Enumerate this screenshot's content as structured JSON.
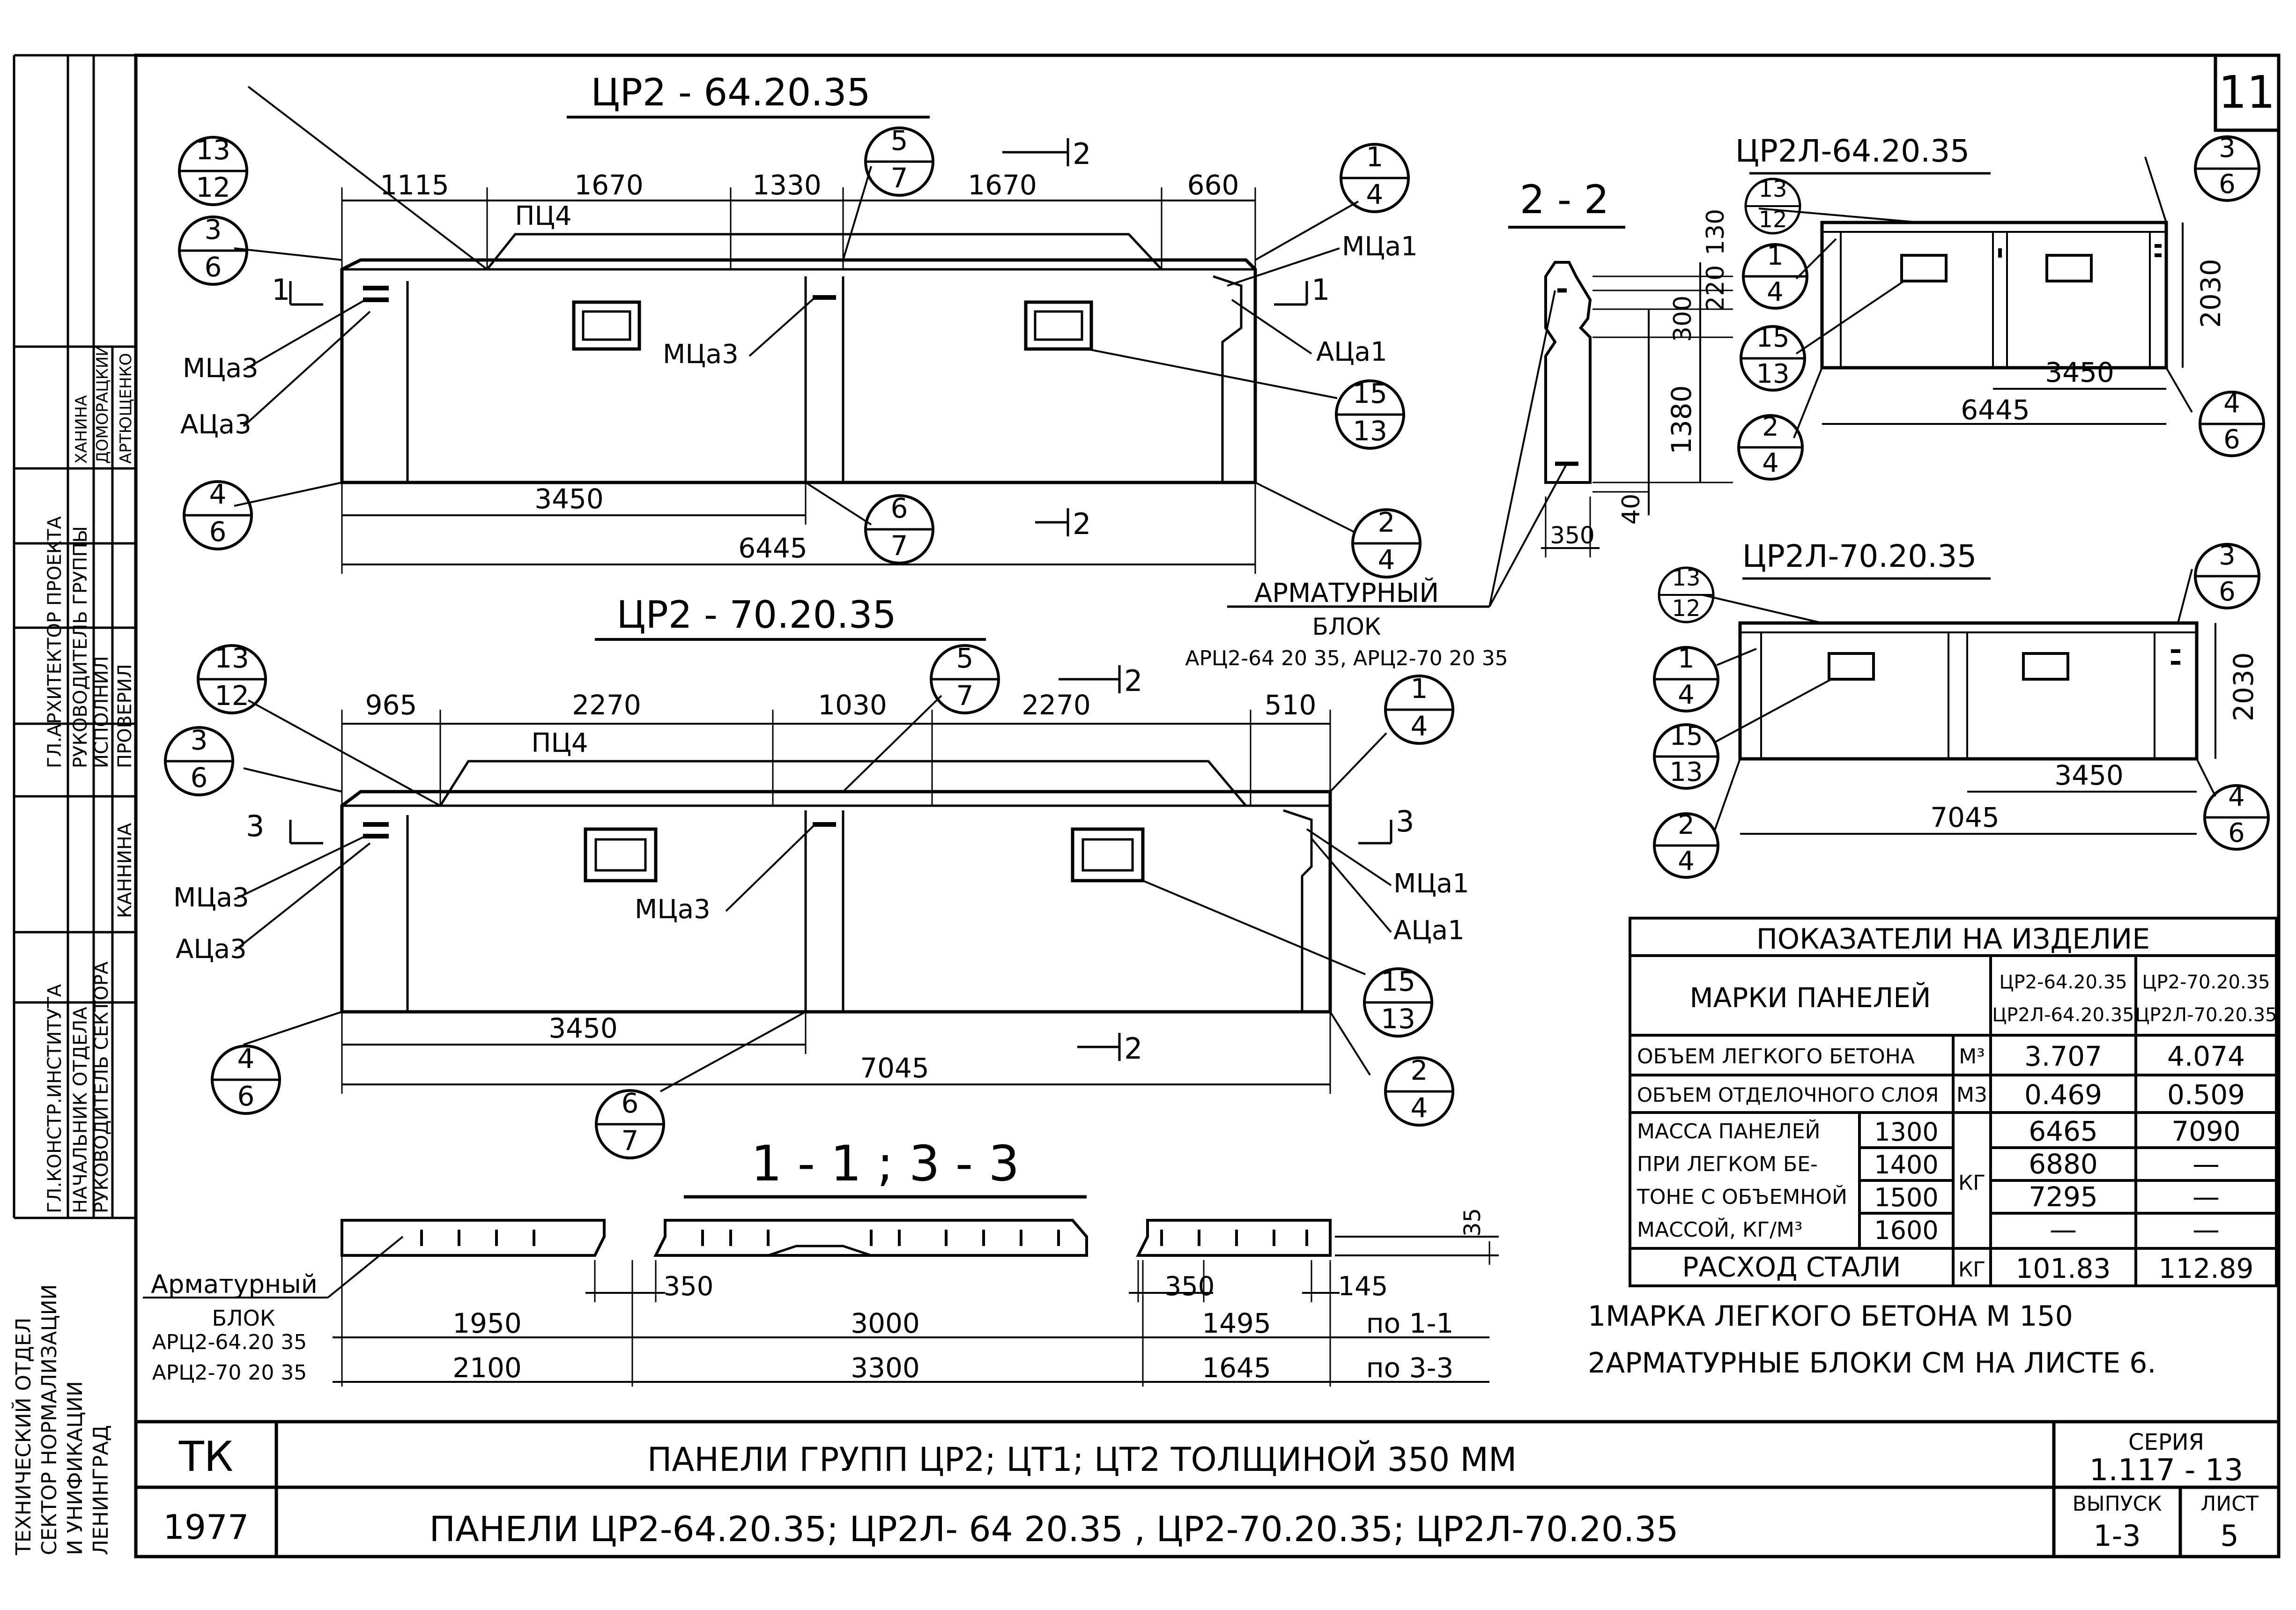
{
  "sheet_number": "11",
  "side_stamp": {
    "rows": [
      {
        "role": "ГЛ.АРХИТЕКТОР ПРОЕКТА",
        "name": ""
      },
      {
        "role": "РУКОВОДИТЕЛЬ ГРУППЫ",
        "name": "ХАНИНА"
      },
      {
        "role": "ИСПОЛНИЛ",
        "name": "ДОМОРАЦКИЙ"
      },
      {
        "role": "ПРОВЕРИЛ",
        "name": "АРТЮЩЕНКО"
      },
      {
        "role": "ГЛ.КОНСТР.ИНСТИТУТА",
        "name": ""
      },
      {
        "role": "НАЧАЛЬНИК ОТДЕЛА",
        "name": "КАННИНА"
      },
      {
        "role": "РУКОВОДИТЕЛЬ СЕКТОРА",
        "name": ""
      }
    ],
    "org_line1": "ТЕХНИЧЕСКИЙ ОТДЕЛ",
    "org_line2": "СЕКТОР НОРМАЛИЗАЦИИ",
    "org_line3": "И УНИФИКАЦИИ",
    "org_line4": "ЛЕНИНГРАД"
  },
  "panel1": {
    "title": "ЦР2 - 64.20.35",
    "dims_top": [
      "1115",
      "1670",
      "1330",
      "1670",
      "660"
    ],
    "dim_3450": "3450",
    "dim_total": "6445",
    "label_ptsch": "ПЦ4",
    "labels": {
      "mca3_a": "МЦа3",
      "aca3": "АЦа3",
      "mca3_b": "МЦа3",
      "mca1": "МЦа1",
      "aca1": "АЦа1"
    },
    "section_marks": {
      "s1a": "1",
      "s1b": "1",
      "s2a": "2",
      "s2b": "2"
    },
    "bubbles": {
      "b13_12": [
        "13",
        "12"
      ],
      "b3_6": [
        "3",
        "6"
      ],
      "b5_7": [
        "5",
        "7"
      ],
      "b1_4": [
        "1",
        "4"
      ],
      "b15_13": [
        "15",
        "13"
      ],
      "b4_6": [
        "4",
        "6"
      ],
      "b6_7": [
        "6",
        "7"
      ],
      "b2_4": [
        "2",
        "4"
      ]
    }
  },
  "panel2": {
    "title": "ЦР2 - 70.20.35",
    "dims_top": [
      "965",
      "2270",
      "1030",
      "2270",
      "510"
    ],
    "dim_3450": "3450",
    "dim_total": "7045",
    "label_ptsch": "ПЦ4",
    "labels": {
      "mca3_a": "МЦа3",
      "aca3": "АЦа3",
      "mca3_b": "МЦа3",
      "mca1": "МЦа1",
      "aca1": "АЦа1"
    },
    "section_marks": {
      "s3a": "3",
      "s3b": "3",
      "s2a": "2",
      "s2b": "2"
    },
    "bubbles": {
      "b13_12": [
        "13",
        "12"
      ],
      "b3_6": [
        "3",
        "6"
      ],
      "b5_7": [
        "5",
        "7"
      ],
      "b1_4": [
        "1",
        "4"
      ],
      "b15_13": [
        "15",
        "13"
      ],
      "b4_6": [
        "4",
        "6"
      ],
      "b6_7": [
        "6",
        "7"
      ],
      "b2_4": [
        "2",
        "4"
      ]
    }
  },
  "panel3": {
    "title": "ЦР2Л-64.20.35",
    "dim_3450": "3450",
    "dim_total": "6445",
    "dim_height": "2030",
    "bubbles": {
      "b13_12": [
        "13",
        "12"
      ],
      "b3_6": [
        "3",
        "6"
      ],
      "b1_4": [
        "1",
        "4"
      ],
      "b15_13": [
        "15",
        "13"
      ],
      "b2_4": [
        "2",
        "4"
      ],
      "b4_6": [
        "4",
        "6"
      ]
    }
  },
  "panel4": {
    "title": "ЦР2Л-70.20.35",
    "dim_3450": "3450",
    "dim_total": "7045",
    "dim_height": "2030",
    "bubbles": {
      "b13_12": [
        "13",
        "12"
      ],
      "b3_6": [
        "3",
        "6"
      ],
      "b1_4": [
        "1",
        "4"
      ],
      "b15_13": [
        "15",
        "13"
      ],
      "b2_4": [
        "2",
        "4"
      ],
      "b4_6": [
        "4",
        "6"
      ]
    }
  },
  "section22": {
    "title": "2 - 2",
    "dims_right": [
      "130",
      "220",
      "300",
      "1380",
      "40"
    ],
    "dim_bottom": "350",
    "armature_title": "АРМАТУРНЫЙ",
    "armature_sub": "БЛОК",
    "armature_marks": "АРЦ2-64 20 35, АРЦ2-70 20 35"
  },
  "section11": {
    "title": "1 - 1 ; 3 - 3",
    "armature_title": "Арматурный",
    "armature_sub": "БЛОК",
    "armature_mark1": "АРЦ2-64.20 35",
    "armature_mark2": "АРЦ2-70 20 35",
    "dim_350a": "350",
    "dim_350b": "350",
    "dim_145": "145",
    "dim_35": "35",
    "row1": [
      "1950",
      "3000",
      "1495"
    ],
    "row1_label": "по 1-1",
    "row2": [
      "2100",
      "3300",
      "1645"
    ],
    "row2_label": "по 3-3"
  },
  "indicators": {
    "title": "ПОКАЗАТЕЛИ НА ИЗДЕЛИЕ",
    "marks_label": "МАРКИ ПАНЕЛЕЙ",
    "col1": [
      "ЦР2-64.20.35",
      "ЦР2Л-64.20.35"
    ],
    "col2": [
      "ЦР2-70.20.35",
      "ЦР2Л-70.20.35"
    ],
    "rows": [
      {
        "label": "ОБЪЕМ ЛЕГКОГО БЕТОНА",
        "unit": "М³",
        "v1": "3.707",
        "v2": "4.074"
      },
      {
        "label": "ОБЪЕМ ОТДЕЛОЧНОГО СЛОЯ",
        "unit": "М3",
        "v1": "0.469",
        "v2": "0.509"
      }
    ],
    "mass_lines": [
      "МАССА ПАНЕЛЕЙ",
      "ПРИ ЛЕГКОМ БЕ-",
      "ТОНЕ С ОБЪЕМНОЙ",
      "МАССОЙ, КГ/М³"
    ],
    "mass_unit": "КГ",
    "mass_rows": [
      {
        "density": "1300",
        "v1": "6465",
        "v2": "7090"
      },
      {
        "density": "1400",
        "v1": "6880",
        "v2": "—"
      },
      {
        "density": "1500",
        "v1": "7295",
        "v2": "—"
      },
      {
        "density": "1600",
        "v1": "—",
        "v2": "—"
      }
    ],
    "steel_label": "РАСХОД СТАЛИ",
    "steel_unit": "КГ",
    "steel_v1": "101.83",
    "steel_v2": "112.89"
  },
  "notes": [
    "1МАРКА ЛЕГКОГО БЕТОНА М 150",
    "2АРМАТУРНЫЕ БЛОКИ СМ НА ЛИСТЕ 6."
  ],
  "title_block": {
    "code": "ТК",
    "year": "1977",
    "title1": "ПАНЕЛИ ГРУПП ЦР2; ЦТ1; ЦТ2 ТОЛЩИНОЙ 350 ММ",
    "title2": "ПАНЕЛИ ЦР2-64.20.35; ЦР2Л- 64 20.35 , ЦР2-70.20.35; ЦР2Л-70.20.35",
    "series_label": "СЕРИЯ",
    "series_value": "1.117 - 13",
    "issue_label": "ВЫПУСК",
    "issue_value": "1-3",
    "sheet_label": "ЛИСТ",
    "sheet_value": "5"
  }
}
